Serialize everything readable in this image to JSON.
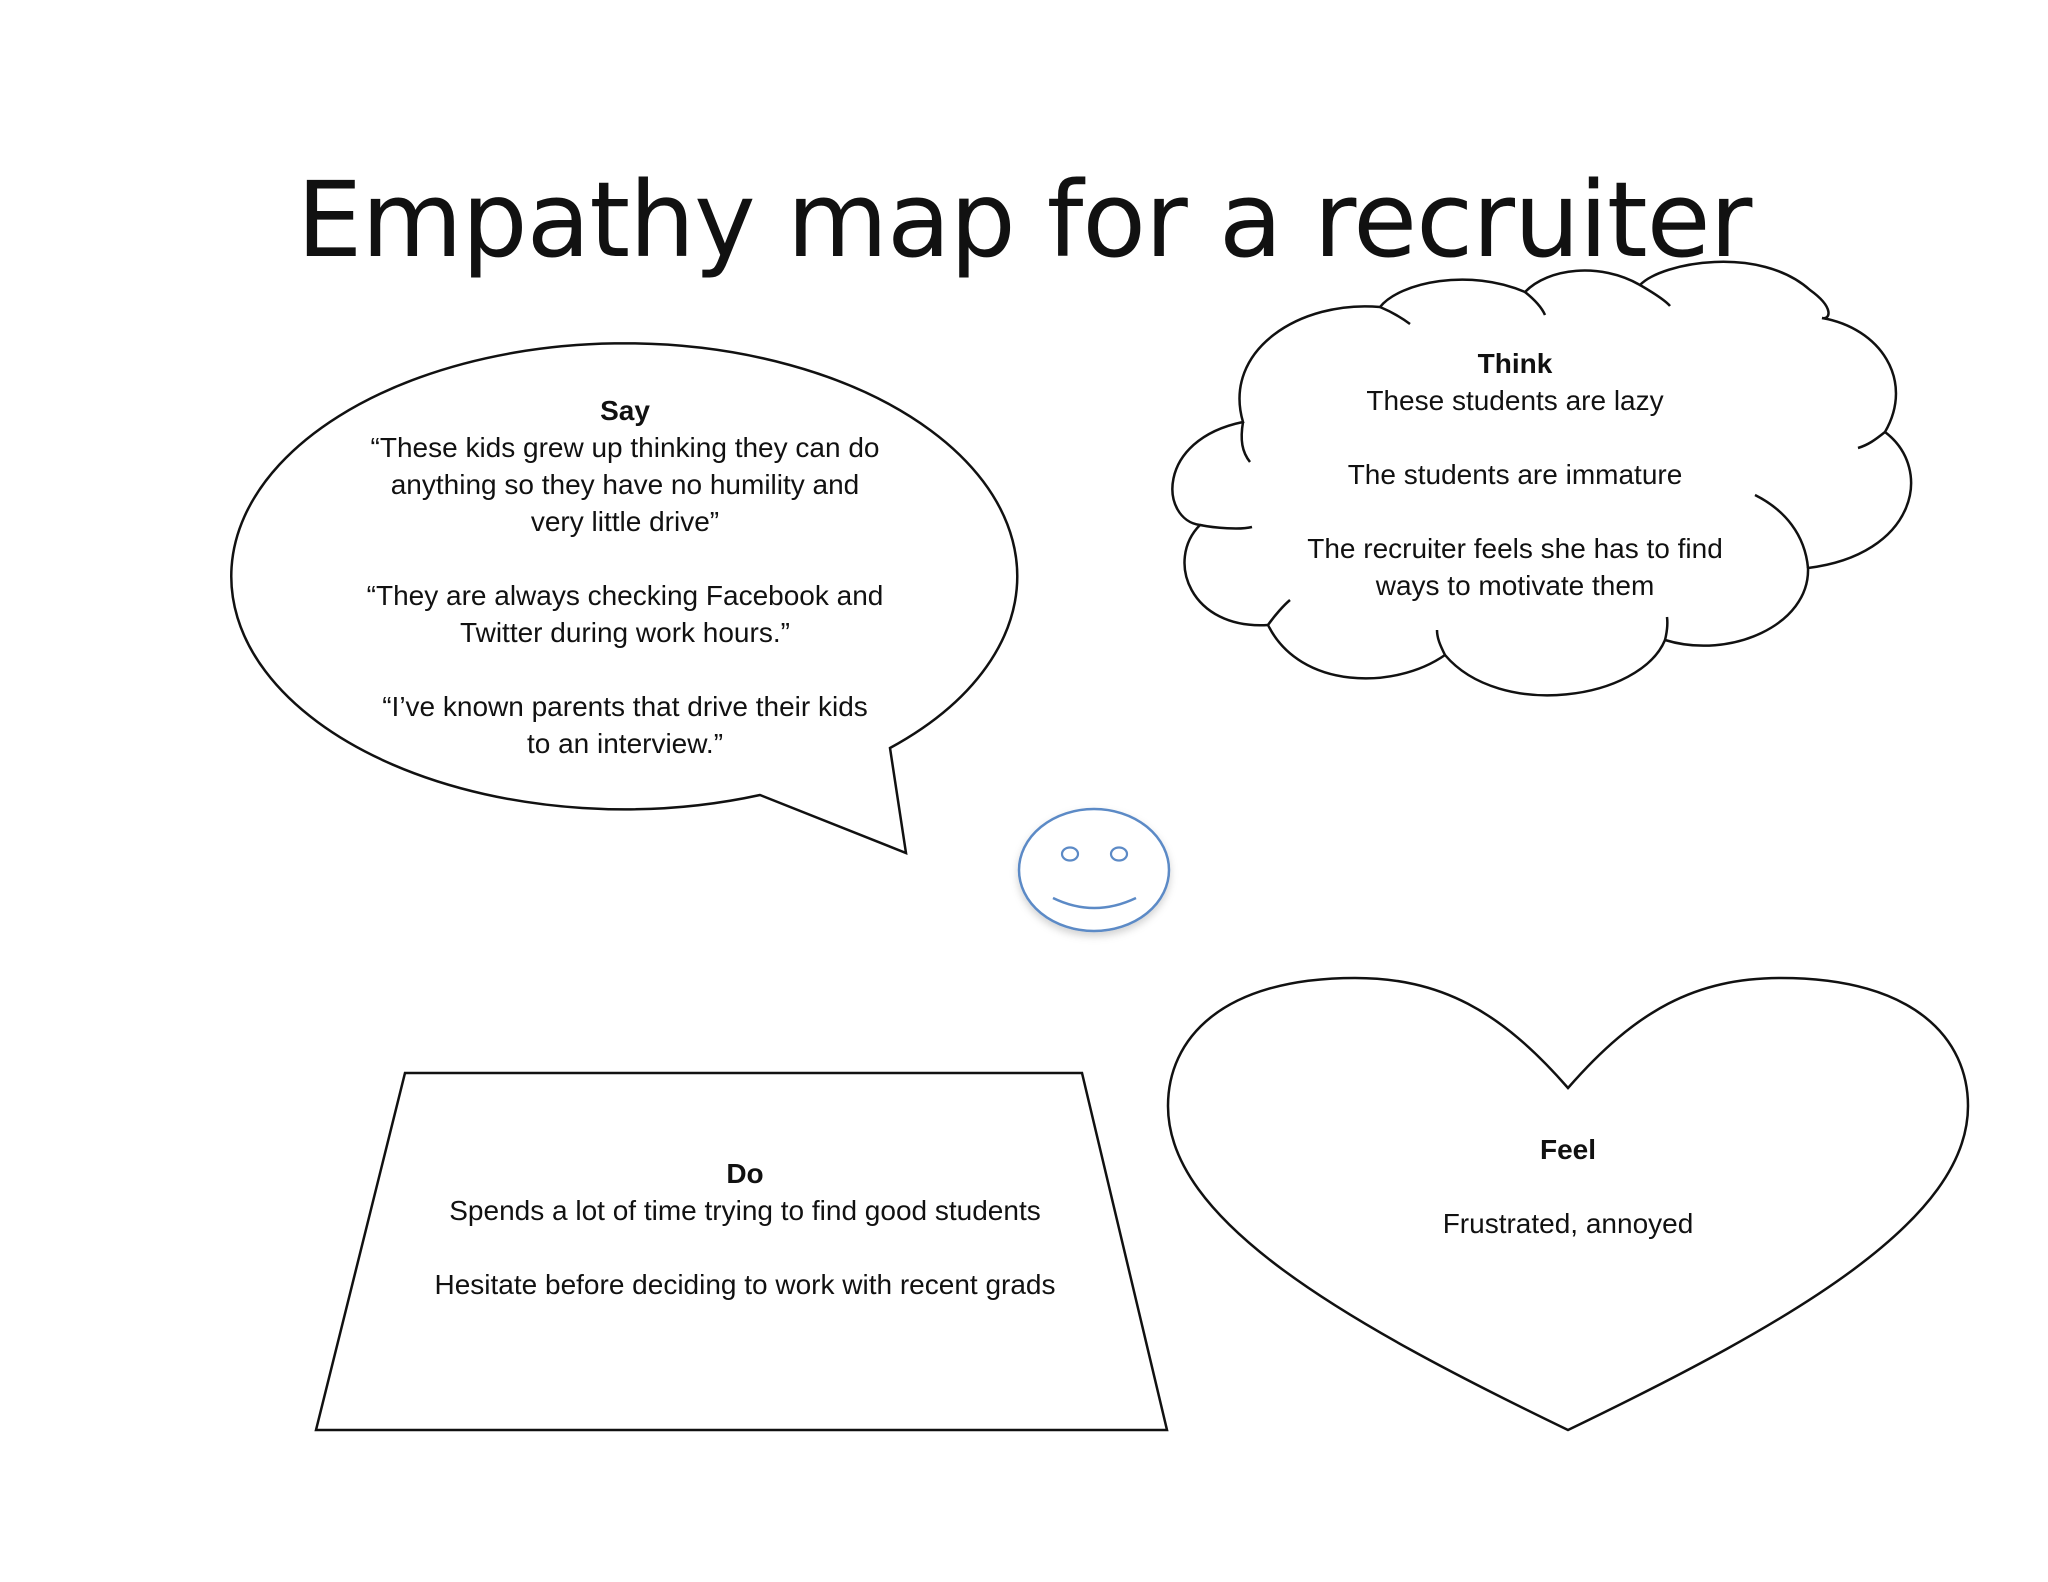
{
  "title": "Empathy map for a recruiter",
  "say": {
    "heading": "Say",
    "quote1_line1": "“These kids grew up thinking they can do",
    "quote1_line2": "anything so they have no humility and",
    "quote1_line3": "very little drive”",
    "quote2_line1": "“They are always checking Facebook and",
    "quote2_line2": "Twitter during work hours.”",
    "quote3_line1": "“I’ve known parents that drive their kids",
    "quote3_line2": "to an interview.”"
  },
  "think": {
    "heading": "Think",
    "line1": "These students are lazy",
    "line2": "The students are immature",
    "line3": "The recruiter feels she has to find",
    "line4": "ways to motivate them"
  },
  "do": {
    "heading": "Do",
    "line1": "Spends a lot of time trying to find good students",
    "line2": "Hesitate before deciding to work with recent grads"
  },
  "feel": {
    "heading": "Feel",
    "line1": "Frustrated, annoyed"
  },
  "colors": {
    "outline": "#111111",
    "smiley": "#5b8ac6"
  }
}
